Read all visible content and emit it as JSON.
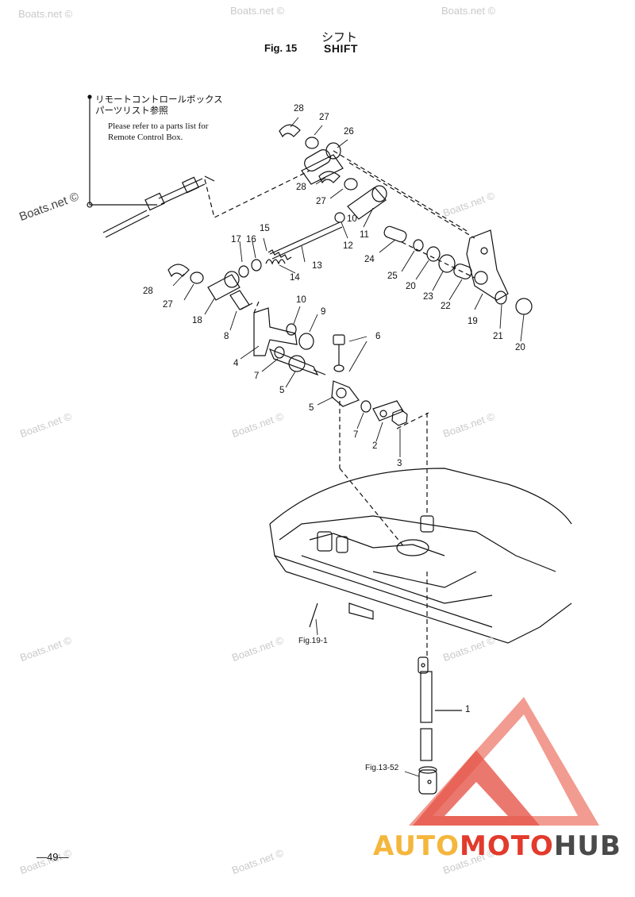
{
  "header": {
    "title_jp": "シフト",
    "fig_number": "Fig. 15",
    "fig_name": "SHIFT"
  },
  "note": {
    "jp_line1": "リモートコントロールボックス",
    "jp_line2": "パーツリスト参照",
    "en_line1": "Please refer to a parts list for",
    "en_line2": "Remote Control Box."
  },
  "callouts": {
    "p28a": "28",
    "p27a": "27",
    "p26": "26",
    "p28b": "28",
    "p27b": "27",
    "p10": "10",
    "p11": "11",
    "p12": "12",
    "p15": "15",
    "p17": "17",
    "p16": "16",
    "p13": "13",
    "p14": "14",
    "p24": "24",
    "p25": "25",
    "p20a": "20",
    "p23": "23",
    "p22": "22",
    "p19": "19",
    "p28c": "28",
    "p27c": "27",
    "p18": "18",
    "p8": "8",
    "p10b": "10",
    "p9": "9",
    "p4": "4",
    "p7a": "7",
    "p5a": "5",
    "p6": "6",
    "p5b": "5",
    "p7b": "7",
    "p2": "2",
    "p3": "3",
    "p21": "21",
    "p20b": "20",
    "p1": "1"
  },
  "references": {
    "fig19": "Fig.19-1",
    "fig13": "Fig.13-52"
  },
  "watermarks": {
    "w1": "Boats.net ©",
    "w2": "Boats.net ©",
    "w3": "Boats.net ©",
    "w4": "Boats.net ©",
    "w5": "Boats.net ©",
    "w6": "Boats.net ©",
    "w7": "Boats.net ©",
    "w8": "Boats.net ©",
    "w9": "Boats.net ©",
    "w10": "Boats.net ©",
    "w11": "Boats.net ©",
    "w12": "Boats.net ©",
    "w13": "Boats.net ©",
    "w14": "Boats.net ©"
  },
  "footer": {
    "page_number": "—49—",
    "brand_auto": "AUTO",
    "brand_moto": "MOTO",
    "brand_hub": "HUB"
  },
  "colors": {
    "logo_red": "#e23a2c",
    "logo_pink": "#f08a7e",
    "logo_yellow": "#f4b63c",
    "logo_gray": "#4a4a4a"
  }
}
